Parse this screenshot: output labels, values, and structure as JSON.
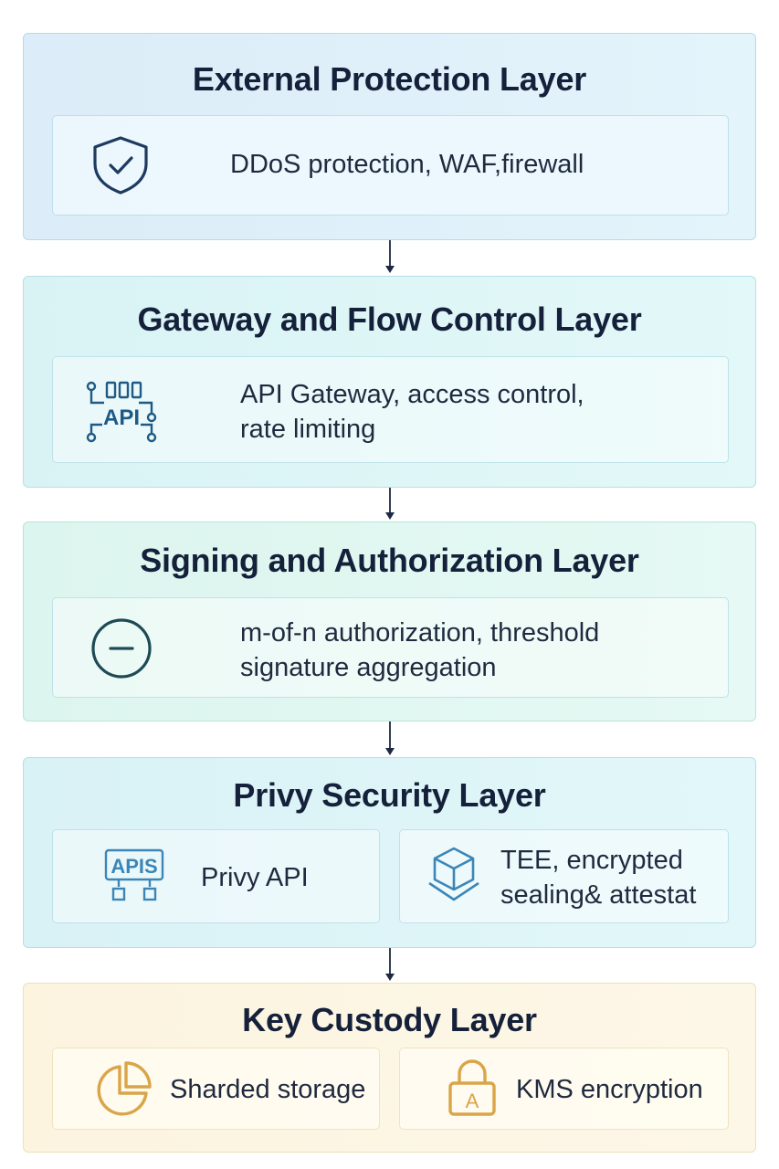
{
  "layers": [
    {
      "title": "External Protection Layer",
      "cards": [
        {
          "icon": "shield-check-icon",
          "text": "DDoS protection, WAF,firewall"
        }
      ]
    },
    {
      "title": "Gateway and Flow Control Layer",
      "cards": [
        {
          "icon": "api-gateway-icon",
          "icon_text": "API",
          "text": "API Gateway, access control,\nrate limiting"
        }
      ]
    },
    {
      "title": "Signing and Authorization Layer",
      "cards": [
        {
          "icon": "minus-circle-icon",
          "text": "m-of-n authorization, threshold\nsignature aggregation"
        }
      ]
    },
    {
      "title": "Privy Security Layer",
      "cards": [
        {
          "icon": "apis-icon",
          "icon_text": "APIS",
          "text": "Privy API"
        },
        {
          "icon": "cube-icon",
          "text": "TEE, encrypted\nsealing& attestat"
        }
      ]
    },
    {
      "title": "Key Custody Layer",
      "cards": [
        {
          "icon": "pie-chart-icon",
          "text": "Sharded storage"
        },
        {
          "icon": "padlock-icon",
          "icon_text": "A",
          "text": "KMS encryption"
        }
      ]
    }
  ],
  "colors": {
    "title": "#15203a",
    "icon_dark": "#1e3a5f",
    "icon_blue": "#3a86b8",
    "icon_gold": "#d9a548",
    "arrow": "#1e2a44"
  }
}
